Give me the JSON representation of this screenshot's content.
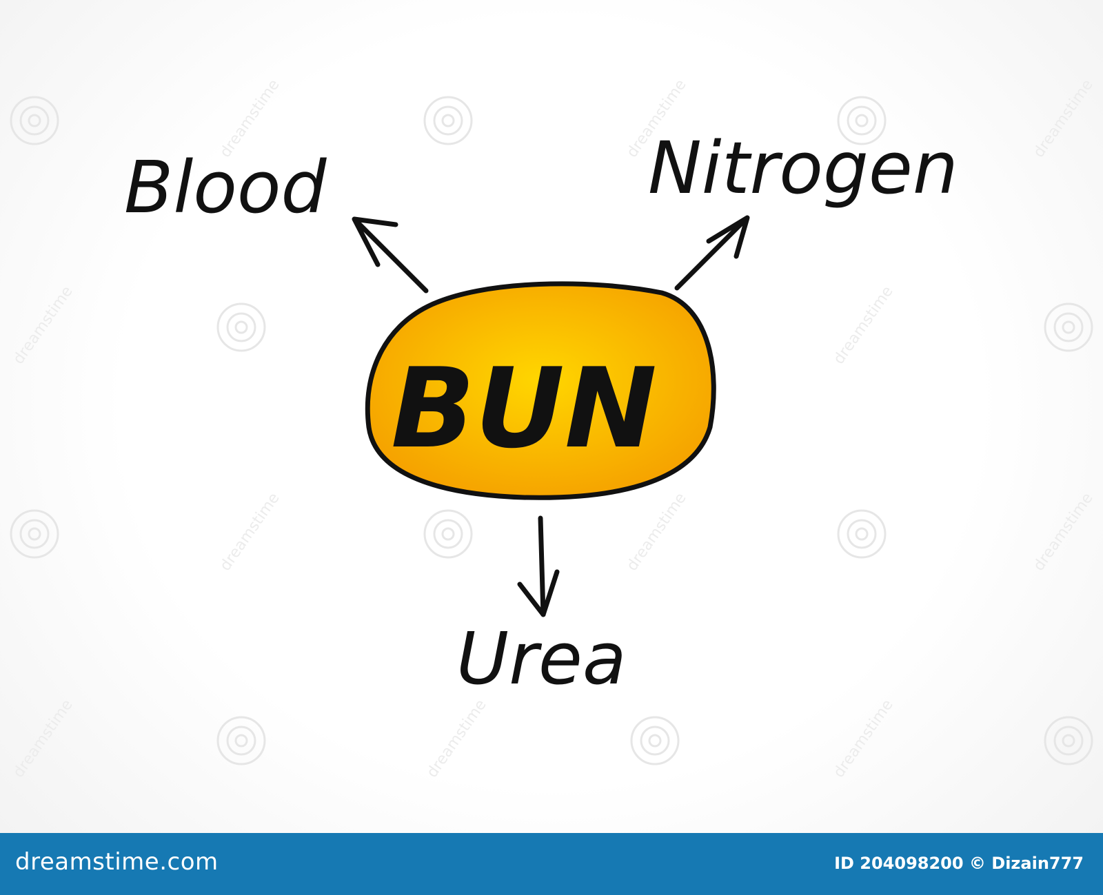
{
  "diagram": {
    "center": "BUN",
    "top_left": "Blood",
    "top_right": "Nitrogen",
    "bottom": "Urea"
  },
  "colors": {
    "oval_center": "#ffd600",
    "oval_edge": "#f5a000",
    "ink": "#111111",
    "footer": "#1679b3"
  },
  "watermark": {
    "text": "dreamstime",
    "icon": "spiral-icon"
  },
  "footer": {
    "brand": "dreamstime.com",
    "credit": "ID 204098200 © Dizain777"
  }
}
